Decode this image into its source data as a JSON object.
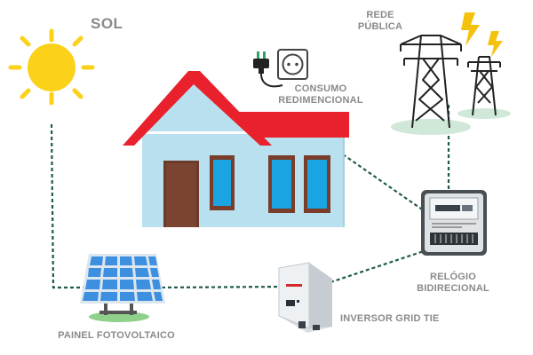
{
  "labels": {
    "sun": "SOL",
    "grid_line1": "REDE",
    "grid_line2": "PÚBLICA",
    "consumption_line1": "CONSUMO",
    "consumption_line2": "REDIMENCIONAL",
    "meter_line1": "RELÓGIO",
    "meter_line2": "BIDIRECIONAL",
    "inverter": "INVERSOR GRID TIE",
    "solar_panel": "PAINEL FOTOVOLTAICO"
  },
  "colors": {
    "sun": "#fbd11a",
    "roof": "#e8212d",
    "house_wall": "#b8e0ef",
    "window_glass": "#1aa5e2",
    "window_frame": "#7a3d2a",
    "door": "#6b3a2a",
    "connection_line": "#1f5a4a",
    "lightning": "#f4c20d",
    "panel_cell": "#3d8fe0",
    "ground": "#8fd08a",
    "label_text": "#8a8a8a"
  },
  "icons": [
    "sun-icon",
    "plug-icon",
    "socket-icon",
    "transmission-tower-icon",
    "lightning-icon",
    "house-icon",
    "solar-panel-icon",
    "inverter-icon",
    "meter-icon"
  ]
}
